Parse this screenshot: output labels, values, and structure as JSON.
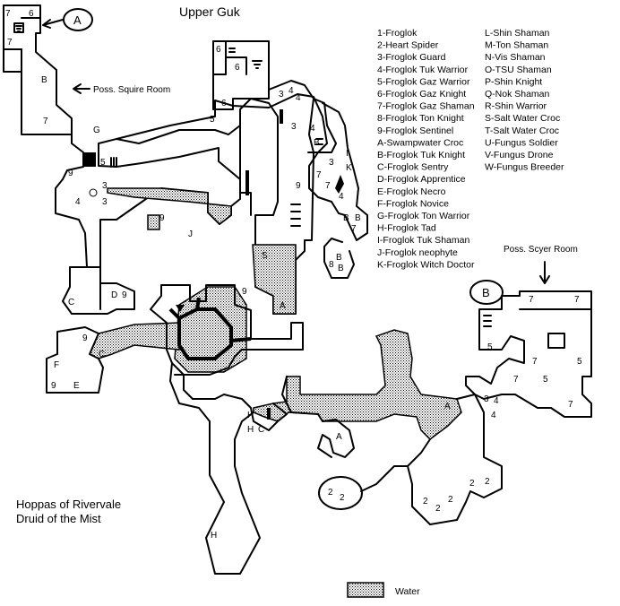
{
  "title": "Upper Guk",
  "credits": [
    "Hoppas of Rivervale",
    "Druid of the Mist"
  ],
  "legend_left": [
    "1-Froglok",
    "2-Heart Spider",
    "3-Froglok Guard",
    "4-Froglok Tuk Warrior",
    "5-Froglok Gaz Warrior",
    "6-Froglok Gaz Knight",
    "7-Froglok Gaz Shaman",
    "8-Froglok Ton Knight",
    "9-Froglok Sentinel",
    "A-Swampwater Croc",
    "B-Froglok Tuk Knight",
    "C-Froglok Sentry",
    "D-Froglok Apprentice",
    "E-Froglok Necro",
    "F-Froglok Novice",
    "G-Froglok Ton Warrior",
    "H-Froglok Tad",
    "I-Froglok Tuk Shaman",
    "J-Froglok neophyte",
    "K-Froglok Witch Doctor"
  ],
  "legend_right": [
    "L-Shin Shaman",
    "M-Ton Shaman",
    "N-Vis Shaman",
    "O-TSU Shaman",
    "P-Shin Knight",
    "Q-Nok Shaman",
    "R-Shin Warrior",
    "S-Salt Water Croc",
    "T-Salt Water Croc",
    "U-Fungus Soldier",
    "V-Fungus Drone",
    "W-Fungus Breeder"
  ],
  "water_legend": "Water",
  "notes": {
    "squire": "Poss. Squire Room",
    "scyer": "Poss. Scyer Room"
  },
  "markers": {
    "a": "A",
    "b": "B"
  },
  "room_labels": {
    "top_left_7": "7",
    "top_left_6": "6",
    "top_left_7b": "7",
    "corridor_b": "B",
    "corridor_7": "7",
    "room_g": "G",
    "room_5": "5",
    "room_9a": "9",
    "room_4a": "4",
    "room_3a": "3",
    "room_3b": "3",
    "room_9b": "9",
    "room_j": "J",
    "room_5b": "5",
    "room_6b": "6",
    "room_6c": "6",
    "room_6d": "6",
    "room_3c": "3",
    "room_4b": "4",
    "room_4c": "4",
    "room_3d": "3",
    "room_9c": "9",
    "room_4d": "4",
    "room_b1": "B",
    "room_7a": "7",
    "room_3e": "3",
    "room_i": "I",
    "room_k": "K",
    "room_7b": "7",
    "room_4e": "4",
    "room_b2": "B",
    "room_b3": "B",
    "room_7c": "7",
    "room_8a": "8",
    "room_b4": "B",
    "room_b5": "B",
    "room_9d": "9",
    "room_a1": "A",
    "room_s": "S",
    "room_c1": "C",
    "room_d": "D",
    "room_9e": "9",
    "room_9f": "9",
    "room_c2": "C",
    "room_f": "F",
    "room_9g": "9",
    "room_e": "E",
    "room_h1": "H",
    "room_h2": "H",
    "room_c3": "C",
    "room_a2": "A",
    "room_a3": "A",
    "room_34a": "3",
    "room_34b": "4",
    "room_4f": "4",
    "room_2a": "2",
    "room_2b": "2",
    "room_2c": "2",
    "room_2d": "2",
    "room_2e": "2",
    "room_2f": "2",
    "room_2g": "2",
    "room_h3": "H",
    "room_r5a": "5",
    "room_r7a": "7",
    "room_r7b": "7",
    "room_r7c": "7",
    "room_r5b": "5",
    "room_r5c": "5",
    "room_r7d": "7",
    "room_r7e": "7"
  }
}
